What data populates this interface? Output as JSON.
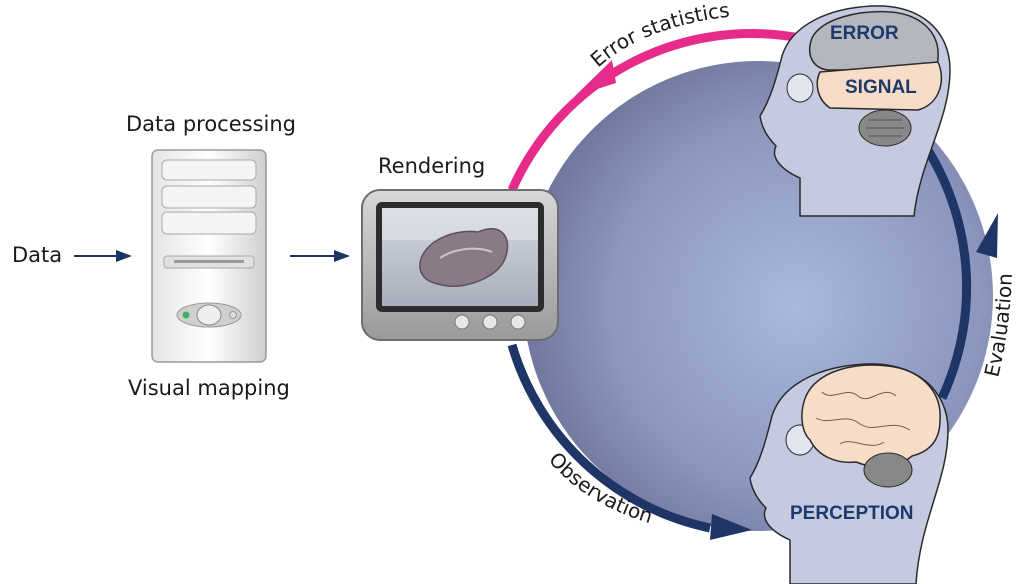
{
  "pipeline": {
    "data_label": "Data",
    "processing_label": "Data processing",
    "mapping_label": "Visual mapping",
    "rendering_label": "Rendering"
  },
  "cycle": {
    "error_statistics_label": "Error statistics",
    "evaluation_label": "Evaluation",
    "observation_label": "Observation"
  },
  "heads": {
    "error_label": "ERROR",
    "signal_label": "SIGNAL",
    "perception_label": "PERCEPTION"
  },
  "colors": {
    "cycle_fill": "#a9b8dc",
    "arc_pink": "#e62b8a",
    "arc_navy": "#1e3566",
    "head_fill": "#c6cae0",
    "brain_fill": "#f7dcc8",
    "error_gray": "#b5b7bf",
    "label_navy": "#1c3a6b"
  }
}
